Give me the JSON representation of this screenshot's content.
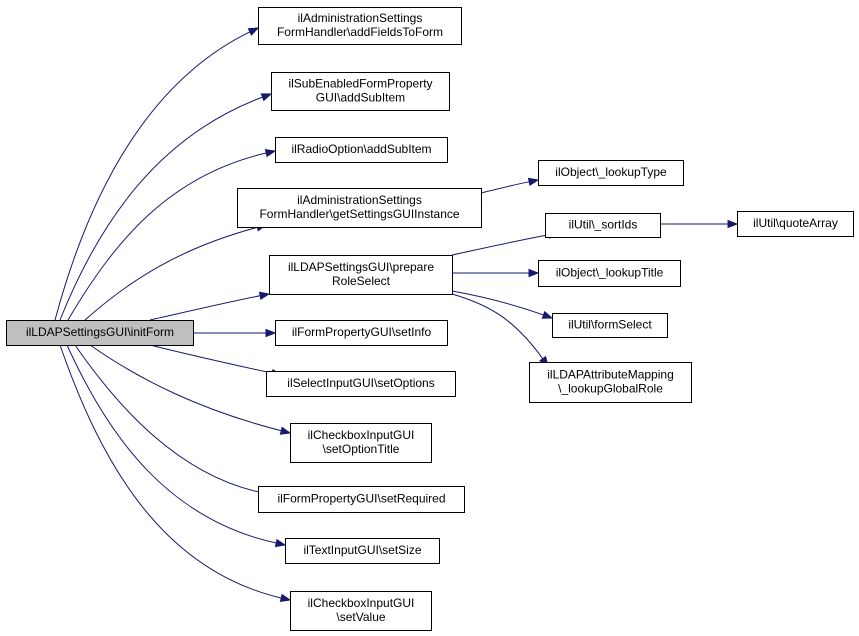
{
  "diagram": {
    "edge_color": "#191970",
    "root_fill": "#bfbfbf",
    "nodes": [
      {
        "id": "root",
        "lines": [
          "ilLDAPSettingsGUI\\initForm"
        ]
      },
      {
        "id": "addFieldsToForm",
        "lines": [
          "ilAdministrationSettings",
          "FormHandler\\addFieldsToForm"
        ]
      },
      {
        "id": "addSubItem1",
        "lines": [
          "ilSubEnabledFormProperty",
          "GUI\\addSubItem"
        ]
      },
      {
        "id": "addSubItem2",
        "lines": [
          "ilRadioOption\\addSubItem"
        ]
      },
      {
        "id": "getSettingsGUIInstance",
        "lines": [
          "ilAdministrationSettings",
          "FormHandler\\getSettingsGUIInstance"
        ]
      },
      {
        "id": "lookupType",
        "lines": [
          "ilObject\\_lookupType"
        ]
      },
      {
        "id": "prepareRoleSelect",
        "lines": [
          "ilLDAPSettingsGUI\\prepare",
          "RoleSelect"
        ]
      },
      {
        "id": "sortIds",
        "lines": [
          "ilUtil\\_sortIds"
        ]
      },
      {
        "id": "quoteArray",
        "lines": [
          "ilUtil\\quoteArray"
        ]
      },
      {
        "id": "lookupTitle",
        "lines": [
          "ilObject\\_lookupTitle"
        ]
      },
      {
        "id": "formSelect",
        "lines": [
          "ilUtil\\formSelect"
        ]
      },
      {
        "id": "lookupGlobalRole",
        "lines": [
          "ilLDAPAttributeMapping",
          "\\_lookupGlobalRole"
        ]
      },
      {
        "id": "setInfo",
        "lines": [
          "ilFormPropertyGUI\\setInfo"
        ]
      },
      {
        "id": "setOptions",
        "lines": [
          "ilSelectInputGUI\\setOptions"
        ]
      },
      {
        "id": "setOptionTitle",
        "lines": [
          "ilCheckboxInputGUI",
          "\\setOptionTitle"
        ]
      },
      {
        "id": "setRequired",
        "lines": [
          "ilFormPropertyGUI\\setRequired"
        ]
      },
      {
        "id": "setSize",
        "lines": [
          "ilTextInputGUI\\setSize"
        ]
      },
      {
        "id": "setValue",
        "lines": [
          "ilCheckboxInputGUI",
          "\\setValue"
        ]
      }
    ],
    "edges": [
      {
        "from": "root",
        "to": "addFieldsToForm"
      },
      {
        "from": "root",
        "to": "addSubItem1"
      },
      {
        "from": "root",
        "to": "addSubItem2"
      },
      {
        "from": "root",
        "to": "getSettingsGUIInstance"
      },
      {
        "from": "root",
        "to": "prepareRoleSelect"
      },
      {
        "from": "root",
        "to": "setInfo"
      },
      {
        "from": "root",
        "to": "setOptions"
      },
      {
        "from": "root",
        "to": "setOptionTitle"
      },
      {
        "from": "root",
        "to": "setRequired"
      },
      {
        "from": "root",
        "to": "setSize"
      },
      {
        "from": "root",
        "to": "setValue"
      },
      {
        "from": "getSettingsGUIInstance",
        "to": "lookupType"
      },
      {
        "from": "prepareRoleSelect",
        "to": "sortIds"
      },
      {
        "from": "prepareRoleSelect",
        "to": "lookupTitle"
      },
      {
        "from": "prepareRoleSelect",
        "to": "formSelect"
      },
      {
        "from": "prepareRoleSelect",
        "to": "lookupGlobalRole"
      },
      {
        "from": "sortIds",
        "to": "quoteArray"
      }
    ]
  }
}
